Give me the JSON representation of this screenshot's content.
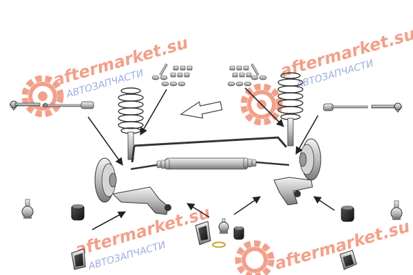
{
  "watermark": {
    "site": "aftermarket.su",
    "subtitle": "АВТОЗАПЧАСТИ",
    "brand_color": "#e8532b",
    "subtitle_color": "#4a6bbf"
  },
  "parts": [
    {
      "id": "tie-rod-end-left",
      "icon": "tie-rod-end"
    },
    {
      "id": "tie-rod-left",
      "icon": "tie-rod"
    },
    {
      "id": "tie-rod-right",
      "icon": "tie-rod"
    },
    {
      "id": "tie-rod-end-right",
      "icon": "tie-rod-end"
    },
    {
      "id": "stabilizer-link-kit-left",
      "icon": "bolt-nut-kit"
    },
    {
      "id": "stabilizer-link-kit-right",
      "icon": "bolt-nut-kit"
    },
    {
      "id": "ball-joint-left",
      "icon": "ball-joint"
    },
    {
      "id": "ball-joint-right",
      "icon": "ball-joint"
    },
    {
      "id": "silent-block-left",
      "icon": "bushing"
    },
    {
      "id": "silent-block-right",
      "icon": "bushing"
    },
    {
      "id": "control-arm-bushing-left",
      "icon": "bushing"
    },
    {
      "id": "control-arm-bushing-right",
      "icon": "bushing"
    },
    {
      "id": "center-kit",
      "icon": "ball-joint-with-bushings"
    }
  ],
  "colors": {
    "line": "#333333",
    "metal": "#bdbdbd",
    "metal_dark": "#6b6b6b",
    "rubber": "#2a2a2a",
    "arrow": "#222222"
  }
}
